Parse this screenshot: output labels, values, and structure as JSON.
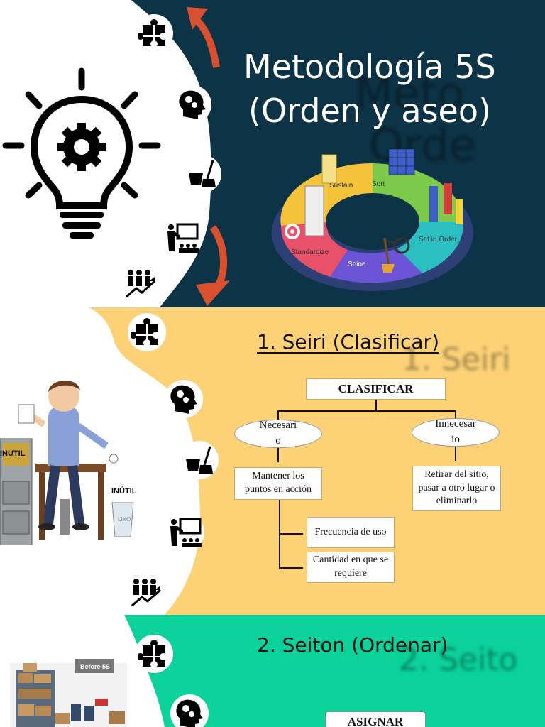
{
  "hero": {
    "title_line1": "Metodología 5S",
    "title_line2": "(Orden y aseo)",
    "ghost_line1": "Meto",
    "ghost_line2": "Orde",
    "cycle_labels": [
      "Sustain",
      "Sort",
      "Set in Order",
      "Shine",
      "Standardize"
    ]
  },
  "seiri": {
    "title": "1. Seiri (Clasificar)",
    "ghost": "1. Seiri",
    "badge_left": "INÚTIL",
    "badge_bottom": "INÚTIL",
    "bin_label": "LIXO",
    "root": "CLASIFICAR",
    "necesario": "Necesari o",
    "innecesario": "Innecesar io",
    "mantener": "Mantener los puntos en acción",
    "retirar": "Retirar del sitio, pasar a otro lugar o eliminarlo",
    "frecuencia": "Frecuencia de uso",
    "cantidad": "Cantidad en que se requiere"
  },
  "seiton": {
    "title": "2. Seiton (Ordenar)",
    "ghost": "2. Seito",
    "photo_label": "Before 5S",
    "assign": "ASIGNAR"
  },
  "colors": {
    "navy": "#0d3346",
    "yellow": "#fdd277",
    "teal": "#0bd19b",
    "arrow": "#d9502e"
  }
}
